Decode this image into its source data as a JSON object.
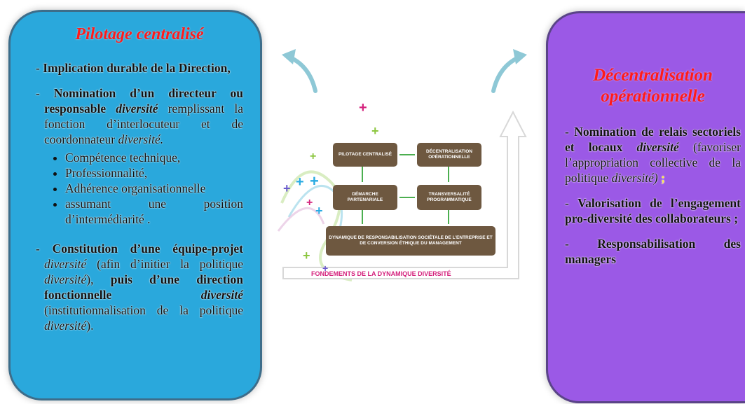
{
  "left_panel": {
    "title": "Pilotage centralisé",
    "items": [
      {
        "prefix": "- ",
        "bold": "Implication durable de la Direction,"
      },
      {
        "prefix": "- ",
        "bold": "Nomination d’un directeur ou responsable ",
        "italic": "diversité",
        "rest": " remplissant la fonction d’interlocuteur et de coordonnateur ",
        "italic2": "diversité."
      },
      {
        "prefix": "- ",
        "bold": "Constitution d’une équipe-projet ",
        "italic": "diversité",
        "rest": " (afin d’initier la politique ",
        "italic2": "diversité",
        "rest2": "), ",
        "bold2": "puis d’une direction fonctionnelle ",
        "italic3": "diversité",
        "rest3": " (institutionnalisation de la politique ",
        "italic4": "diversité",
        "rest4": ")."
      }
    ],
    "bullets": [
      "Compétence technique,",
      "Professionnalité,",
      "Adhérence organisationnelle",
      "assumant une position d’intermédiarité ."
    ]
  },
  "right_panel": {
    "title_line1": "Décentralisation",
    "title_line2": "opérationnelle",
    "items": [
      {
        "prefix": "- ",
        "bold": "Nomination de relais sectoriels et locaux ",
        "italic": "diversité",
        "rest": " (favoriser l’appropriation collective de la politique ",
        "italic2": "diversité)",
        "end": " ;"
      },
      {
        "prefix": "- ",
        "bold": "Valorisation de l’engagement pro-diversité des collaborateurs ;"
      },
      {
        "prefix": "- ",
        "bold": "Responsabilisation des managers"
      }
    ]
  },
  "diagram": {
    "boxes": {
      "pilotage": "PILOTAGE CENTRALISÉ",
      "decentralisation": "DÉCENTRALISATION OPÉRATIONNELLE",
      "demarche": "DÉMARCHE PARTENARIALE",
      "transversalite": "TRANSVERSALITÉ PROGRAMMATIQUE",
      "dynamique": "DYNAMIQUE DE RESPONSABILISATION SOCIÉTALE DE L’ENTREPRISE ET DE CONVERSION ÉTHIQUE DU MANAGEMENT"
    },
    "footer": "FONDEMENTS DE LA DYNAMIQUE DIVERSITÉ"
  },
  "colors": {
    "left_bg": "#2aa8dc",
    "right_bg": "#9b59e6",
    "title": "#ff1a1a",
    "box": "#6e5840",
    "connector": "#4caf50",
    "arrow": "#8ec8d6",
    "footer": "#d4217c"
  }
}
